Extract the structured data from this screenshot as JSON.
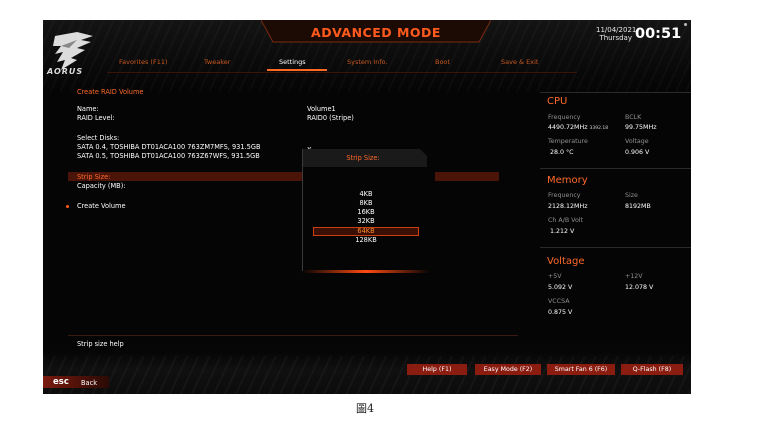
{
  "header": {
    "mode_title": "ADVANCED MODE",
    "logo_text": "AORUS",
    "date": "11/04/2021",
    "day": "Thursday",
    "time": "00:51",
    "tabs": [
      {
        "label": "Favorites (F11)",
        "active": false
      },
      {
        "label": "Tweaker",
        "active": false
      },
      {
        "label": "Settings",
        "active": true
      },
      {
        "label": "System Info.",
        "active": false
      },
      {
        "label": "Boot",
        "active": false
      },
      {
        "label": "Save & Exit",
        "active": false
      }
    ]
  },
  "main": {
    "section_title": "Create RAID Volume",
    "name_label": "Name:",
    "name_value": "Volume1",
    "raid_level_label": "RAID Level:",
    "raid_level_value": "RAID0 (Stripe)",
    "select_disks_label": "Select Disks:",
    "disks": [
      {
        "label": "SATA 0.4, TOSHIBA DT01ACA100 763ZM7MFS, 931.5GB",
        "value": ""
      },
      {
        "label": "SATA 0.5, TOSHIBA DT01ACA100 763Z67WFS, 931.5GB",
        "value": "X"
      }
    ],
    "strip_size_label": "Strip Size:",
    "capacity_label": "Capacity (MB):",
    "create_volume_label": "Create Volume"
  },
  "popup": {
    "title": "Strip Size:",
    "options": [
      "4KB",
      "8KB",
      "16KB",
      "32KB",
      "64KB",
      "128KB"
    ],
    "selected": "64KB"
  },
  "right_panel": {
    "cpu": {
      "heading": "CPU",
      "frequency_label": "Frequency",
      "frequency_value": "4490.72MHz",
      "frequency_sub": "3392.18",
      "bclk_label": "BCLK",
      "bclk_value": "99.75MHz",
      "temperature_label": "Temperature",
      "temperature_value": "28.0 °C",
      "voltage_label": "Voltage",
      "voltage_value": "0.906 V"
    },
    "memory": {
      "heading": "Memory",
      "frequency_label": "Frequency",
      "frequency_value": "2128.12MHz",
      "size_label": "Size",
      "size_value": "8192MB",
      "ch_volt_label": "Ch A/B Volt",
      "ch_volt_value": "1.212 V"
    },
    "voltage": {
      "heading": "Voltage",
      "p5v_label": "+5V",
      "p5v_value": "5.092 V",
      "p12v_label": "+12V",
      "p12v_value": "12.078 V",
      "vccsa_label": "VCCSA",
      "vccsa_value": "0.875 V"
    }
  },
  "footer": {
    "help_text": "Strip size help",
    "buttons": [
      "Help (F1)",
      "Easy Mode (F2)",
      "Smart Fan 6 (F6)",
      "Q-Flash (F8)"
    ],
    "esc_key": "esc",
    "esc_label": "Back"
  },
  "caption": "圖4",
  "colors": {
    "accent": "#ff6a2a",
    "button_bg": "#8a1d10",
    "highlight_bar": "#4a1408",
    "background": "#050505"
  }
}
